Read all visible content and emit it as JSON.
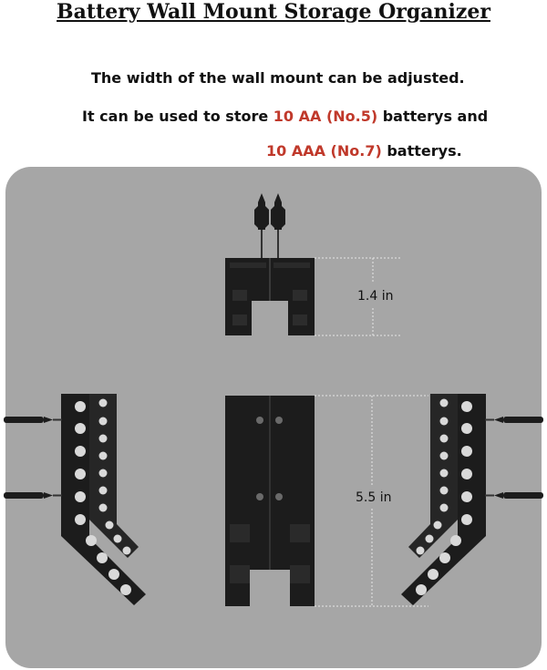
{
  "title": "Battery Wall Mount Storage Organizer",
  "description": {
    "line1": "The width of the wall mount can be adjusted.",
    "line2_prefix": "It can be used to store ",
    "line2_highlight": "10 AA (No.5)",
    "line2_suffix": " batterys and",
    "line3_highlight": "10 AAA (No.7)",
    "line3_suffix": " batterys."
  },
  "dimensions": {
    "top_height": "1.4 in",
    "front_height": "5.5 in"
  },
  "colors": {
    "accent": "#c0392b",
    "panel": "#a6a6a6",
    "part": "#1c1c1c"
  }
}
